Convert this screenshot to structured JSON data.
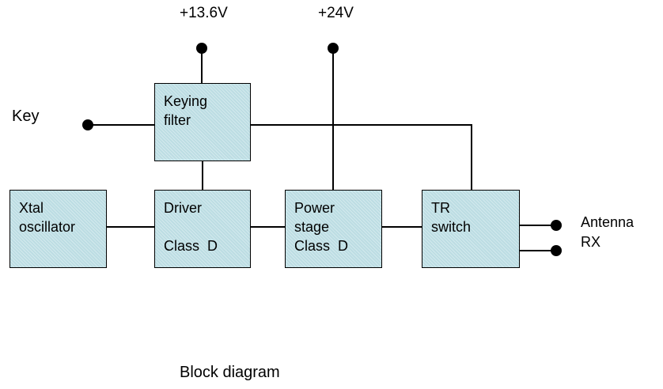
{
  "supplies": {
    "v1": "+13.6V",
    "v2": "+24V"
  },
  "key_label": "Key",
  "blocks": {
    "keying": {
      "line1": "Keying",
      "line2": "filter"
    },
    "xtal": {
      "line1": "Xtal",
      "line2": "oscillator"
    },
    "driver": {
      "line1": "Driver",
      "line2": "",
      "line3": "Class  D"
    },
    "power": {
      "line1": "Power",
      "line2": "stage",
      "line3": "Class  D"
    },
    "tr": {
      "line1": "TR",
      "line2": "switch"
    }
  },
  "outputs": {
    "antenna": "Antenna",
    "rx": "RX"
  },
  "caption": "Block diagram"
}
